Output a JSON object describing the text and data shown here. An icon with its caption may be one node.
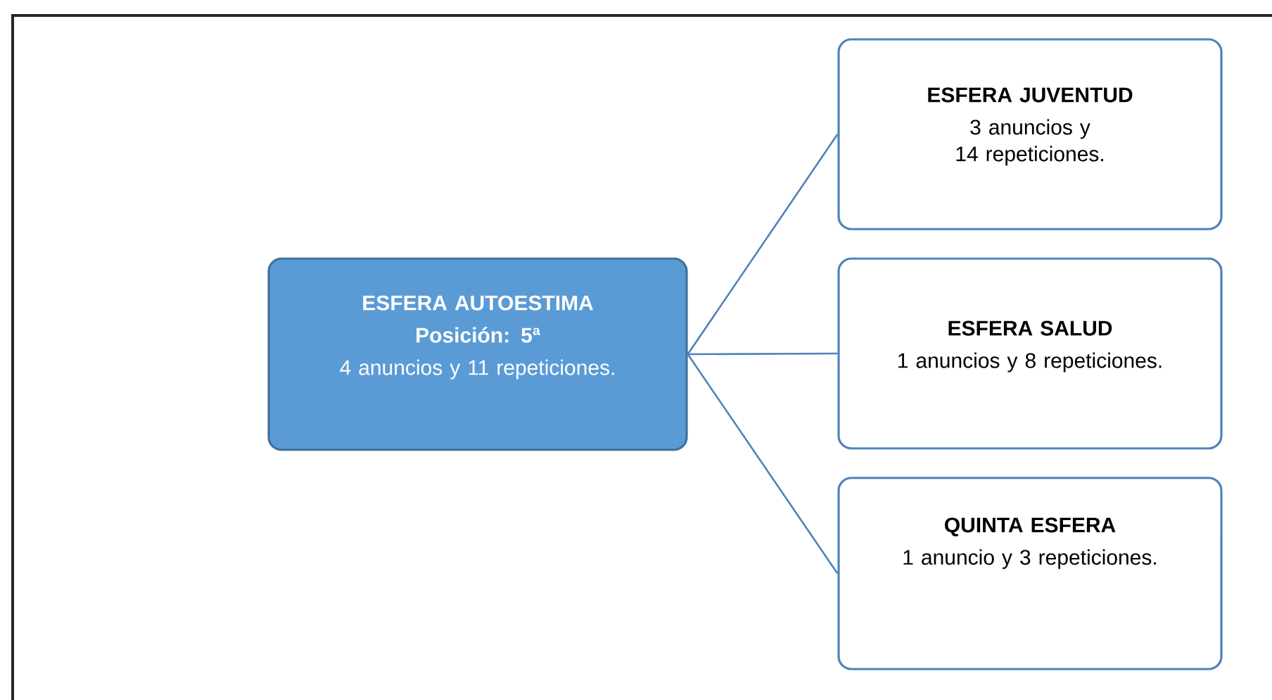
{
  "diagram": {
    "nodes": [
      {
        "text": [
          "ESFERA AUTOESTIMA",
          "Posición:  5ª",
          "4 anuncios y 11 repeticiones."
        ]
      },
      {
        "text": [
          "ESFERA JUVENTUD",
          "3 anuncios y 14 repeticiones."
        ]
      },
      {
        "text": [
          "ESFERA SALUD",
          "1 anuncios y 8 repeticiones."
        ]
      },
      {
        "text": [
          "QUINTA ESFERA",
          "1 anuncio y 3 repeticiones."
        ]
      }
    ],
    "edges": [
      {
        "from": 0,
        "to": 1,
        "arrow": "none"
      },
      {
        "from": 0,
        "to": 2,
        "arrow": "none"
      },
      {
        "from": 0,
        "to": 3,
        "arrow": "none"
      }
    ]
  }
}
